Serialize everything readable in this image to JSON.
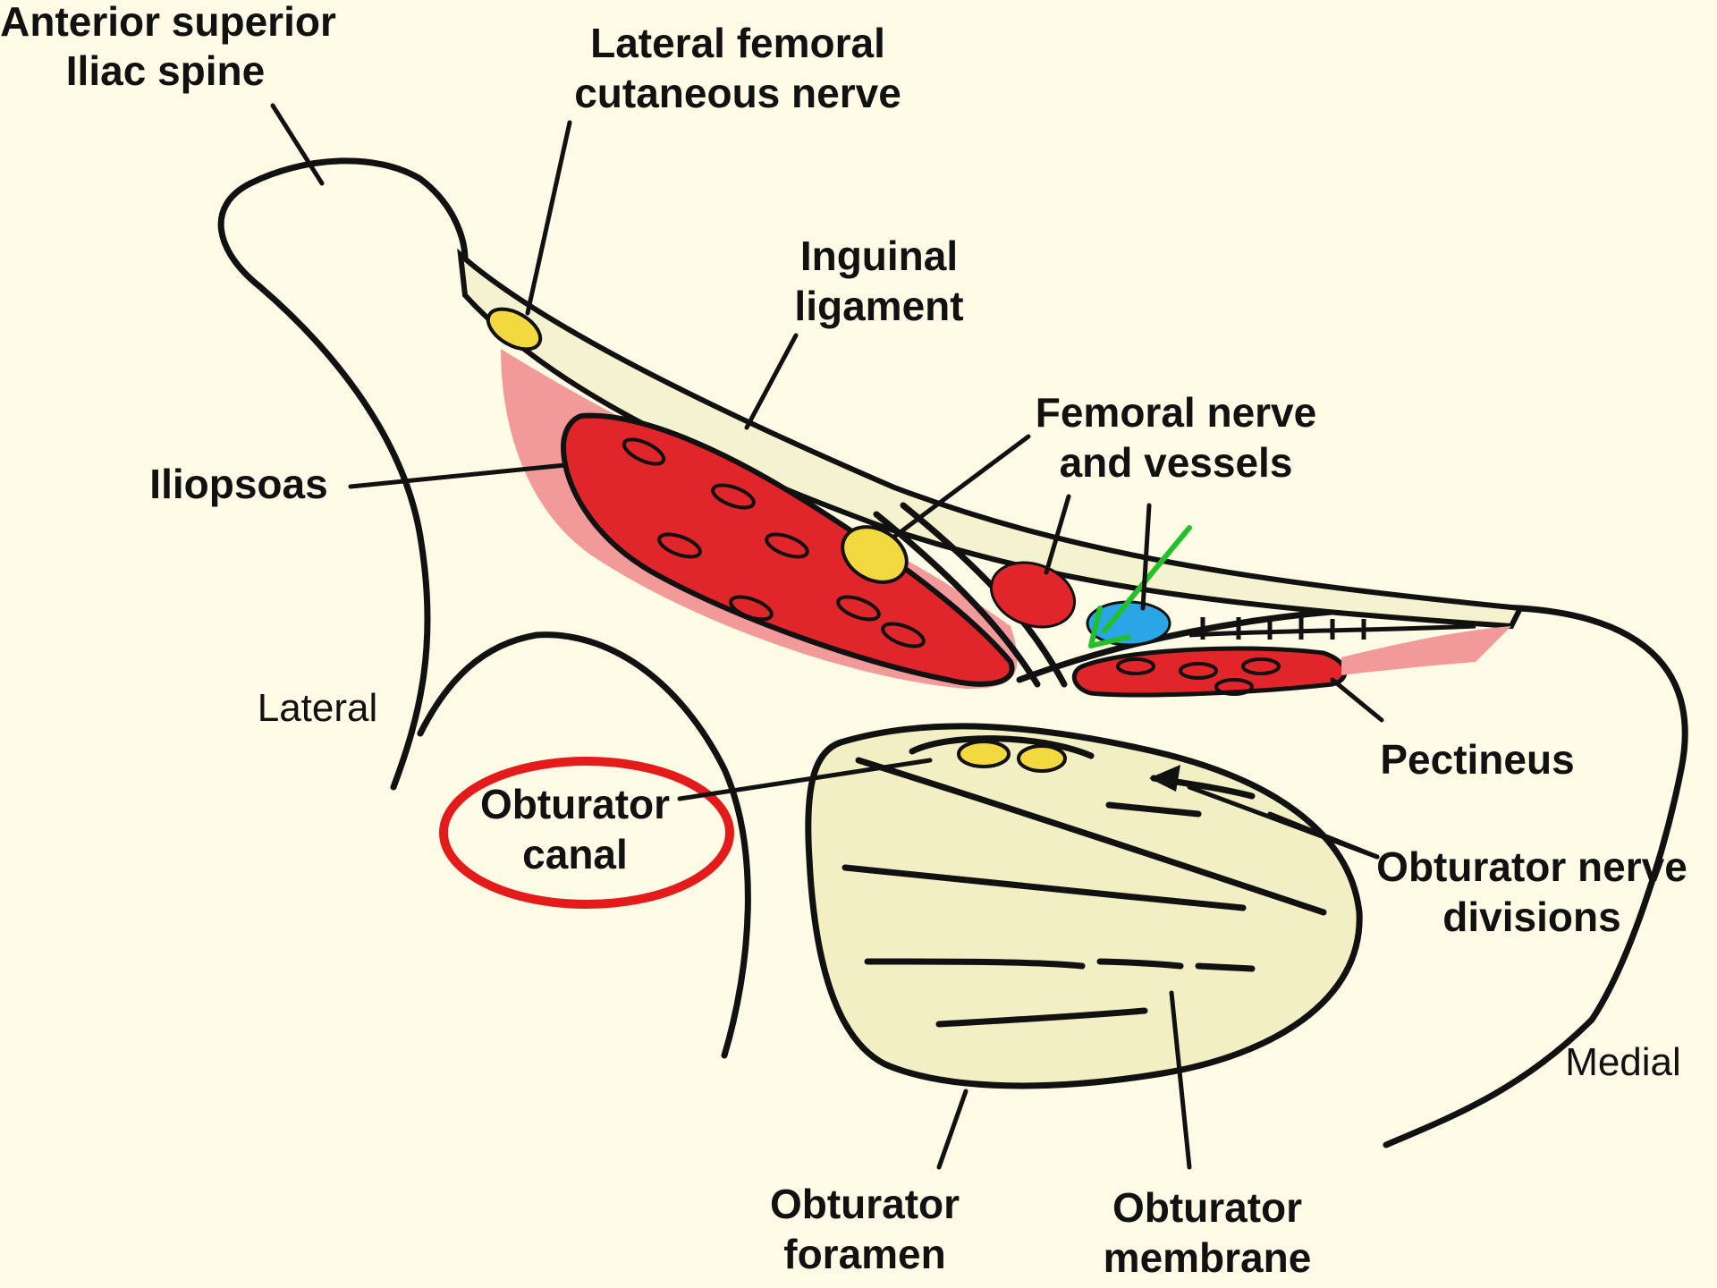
{
  "labels": {
    "asis_line1": "Anterior superior",
    "asis_line2": "Iliac spine",
    "lfcn_line1": "Lateral femoral",
    "lfcn_line2": "cutaneous nerve",
    "inguinal_line1": "Inguinal",
    "inguinal_line2": "ligament",
    "iliopsoas": "Iliopsoas",
    "femoral_line1": "Femoral nerve",
    "femoral_line2": "and vessels",
    "lateral": "Lateral",
    "pectineus": "Pectineus",
    "obturator_canal_line1": "Obturator",
    "obturator_canal_line2": "canal",
    "obturator_nerve_line1": "Obturator nerve",
    "obturator_nerve_line2": "divisions",
    "medial": "Medial",
    "obturator_foramen_line1": "Obturator",
    "obturator_foramen_line2": "foramen",
    "obturator_membrane_line1": "Obturator",
    "obturator_membrane_line2": "membrane"
  },
  "colors": {
    "background": "#fdfbe6",
    "muscle": "#e0262b",
    "muscle_light": "#f29a9a",
    "nerve": "#f3d940",
    "vein": "#2aa6e6",
    "arrow": "#22c02a",
    "highlight_ring": "#e41b1b",
    "membrane_fill": "#f2efc4",
    "ligament_fill": "#f5f3cf"
  }
}
